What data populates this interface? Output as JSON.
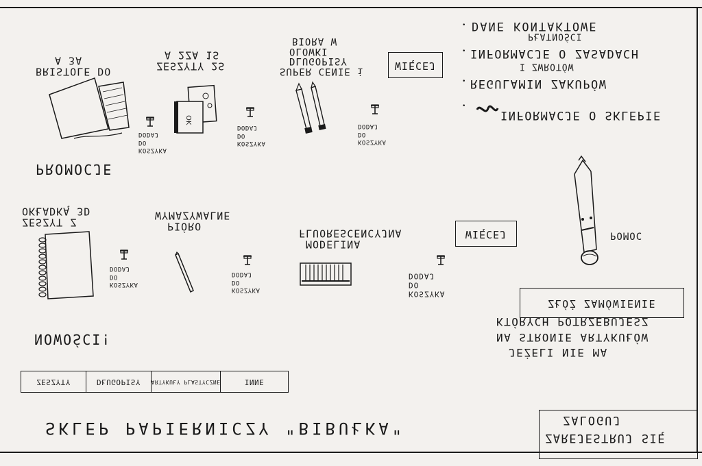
{
  "shop_name": "SKLEP PAPIERNICZY \"BIBUŁKA\"",
  "login_link": "ZALOGUJ",
  "register_link": "ZAREJESTRUJ SIĘ",
  "info_links": [
    "DANE KONTAKTOWE",
    "PŁATNOŚCI",
    "INFORMACJE O ZASADACH",
    "I ZWROTÓW",
    "REGULAMIN ZAKUPÓW",
    "INFORMACJE O SKLEPIE"
  ],
  "promo": {
    "title": "PROMOCJE",
    "items": [
      {
        "label_lines": [
          "BRISTOLE DO",
          "A 3A"
        ],
        "cart_label": "KOSZYKA",
        "cart_prep": "DO",
        "cart_action": "DODAJ"
      },
      {
        "label_lines": [
          "ZESZYTY 2S",
          "A 2ZA 1S"
        ],
        "cart_label": "KOSZYKA",
        "cart_prep": "DO",
        "cart_action": "DODAJ"
      },
      {
        "label_lines": [
          "SUPER CENIE i",
          "DLUGOPISY",
          "OLOWKI",
          "BIORA W"
        ],
        "cart_label": "KOSZYKA",
        "cart_prep": "DO",
        "cart_action": "DODAJ"
      }
    ],
    "more_button": "WIĘCEJ"
  },
  "new_products": {
    "title": "NOWOŚCI!",
    "items": [
      {
        "label_lines": [
          "ZESZYT Z",
          "OKŁADKĄ 3D"
        ],
        "cart_label": "KOSZYKA",
        "cart_prep": "DO",
        "cart_action": "DODAJ"
      },
      {
        "label_lines": [
          "PIÓRO",
          "WYMAZYWALNE"
        ],
        "cart_label": "KOSZYKA",
        "cart_prep": "DO",
        "cart_action": "DODAJ"
      },
      {
        "label_lines": [
          "MODELINA",
          "FLUORESCENCYJNA"
        ],
        "cart_label": "KOSZYKA",
        "cart_prep": "DO",
        "cart_action": "DODAJ"
      }
    ],
    "more_button": "WIĘCEJ"
  },
  "help": {
    "label": "POMOC"
  },
  "suggestion": {
    "lines": [
      "JEŻELI NIE MA",
      "NA STRONIE ARTYKUŁÓW",
      "KTÓRYCH POTRZEBUJESZ"
    ],
    "button": "ZŁÓŻ ZAMÓWIENIE"
  },
  "categories": [
    "ZESZYTY",
    "DŁUGOPISY",
    "ARTYKUŁY PLASTYCZNE",
    "INNE"
  ]
}
